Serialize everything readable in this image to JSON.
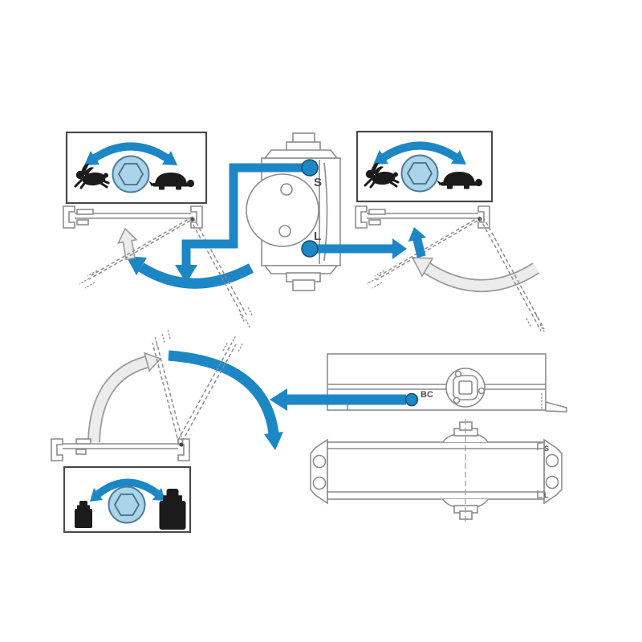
{
  "title": "door-closer-speed-and-power-adjustment-diagram",
  "colors": {
    "blue": "#1d87c6",
    "blue_dark": "#14506e",
    "light_blue": "#a9d4ea",
    "hex_stroke": "#4d7d99",
    "line": "#8c8c8c",
    "line_dark": "#4a4a4a",
    "black": "#1b1b1b",
    "label": "#4f4f4f",
    "agf": "#ececec",
    "ags": "#9a9a9a"
  },
  "labels": {
    "valve_sweep": "S",
    "valve_latch": "L",
    "valve_backcheck": "BC",
    "body_port_sweep": "S",
    "body_port_latch": "L"
  },
  "icons": {
    "rabbit": "fast-speed-icon",
    "turtle": "slow-speed-icon",
    "hex_socket": "allen-key-adjustment-screw-icon",
    "double_curved_arrow": "turn-either-direction-icon",
    "small_weight": "less-force-icon",
    "large_weight": "more-force-icon",
    "sweep_arc_blue": "door-sweep-range-arrow",
    "latch_arrow_blue": "door-latch-range-arrow",
    "backcheck_arc_blue": "door-backcheck-range-arrow",
    "gray_arc": "door-swing-range-arrow"
  }
}
